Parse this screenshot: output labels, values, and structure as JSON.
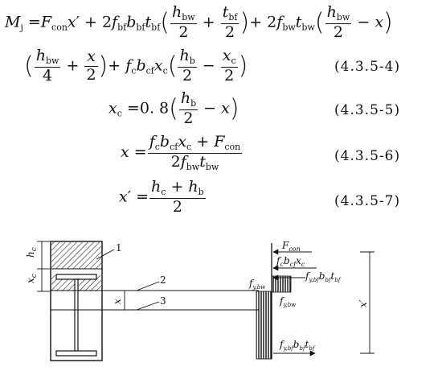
{
  "equations": [
    {
      "number": "(4.3.5-4)"
    },
    {
      "number": "(4.3.5-5)"
    },
    {
      "number": "(4.3.5-6)"
    },
    {
      "number": "(4.3.5-7)"
    }
  ],
  "figure": {
    "callouts": [
      "1",
      "2",
      "3"
    ],
    "dims": {
      "hc": "h",
      "hc_sub": "c",
      "xc": "x",
      "xc_sub": "c",
      "x": "x",
      "xprime": "x′"
    },
    "forces": {
      "fcon": "F",
      "fcon_sub": "con",
      "fc_a": "f",
      "fc_a_sub": "c",
      "fc_b": "b",
      "fc_b_sub": "cf",
      "fc_c": "x",
      "fc_c_sub": "c",
      "fybw": "f",
      "fybw_sub": "y,bw",
      "fybf": "f",
      "fybf_sub": "y,bf",
      "fybf_b": "b",
      "fybf_b_sub": "bf",
      "fybf_t": "t",
      "fybf_t_sub": "bf"
    }
  }
}
